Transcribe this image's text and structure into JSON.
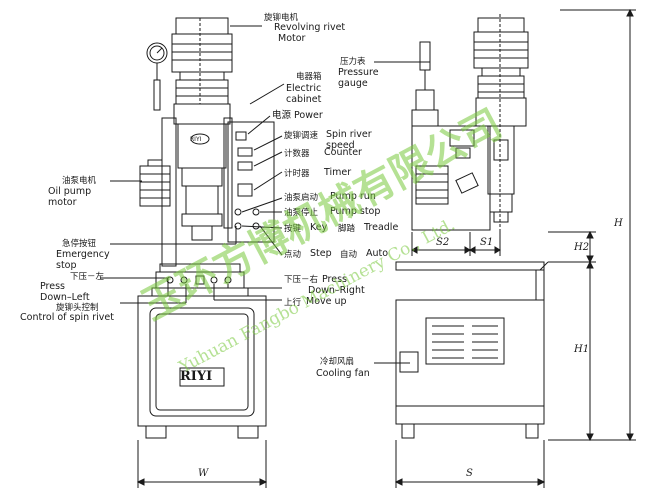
{
  "labels": {
    "motor_cn": "旋铆电机",
    "motor_en1": "Revolving rivet",
    "motor_en2": "Motor",
    "cabinet_cn": "电器箱",
    "cabinet_en1": "Electric",
    "cabinet_en2": "cabinet",
    "power": "电源  Power",
    "speed_cn": "旋铆调速",
    "speed_en1": "Spin river",
    "speed_en2": "speed",
    "counter_cn": "计数器",
    "counter_en": "Counter",
    "timer_cn": "计时器",
    "timer_en": "Timer",
    "pump_run_cn": "油泵启动",
    "pump_run_en": "Pump run",
    "pump_stop_cn": "油泵停止",
    "pump_stop_en": "Pump stop",
    "key_cn": "按键",
    "key_en": "Key",
    "treadle_cn": "脚踏",
    "treadle_en": "Treadle",
    "step_cn": "点动",
    "step_en": "Step",
    "auto_cn": "自动",
    "auto_en": "Auto",
    "oil_cn": "油泵电机",
    "oil_en1": "Oil pump",
    "oil_en2": "motor",
    "estop_cn": "急停按钮",
    "estop_en1": "Emergency",
    "estop_en2": "stop",
    "pdl_cn": "下压－左",
    "pdl_en1": "Press",
    "pdl_en2": "Down–Left",
    "head_cn": "旋铆头控制",
    "head_en": "Control of spin rivet",
    "pdr_cn": "下压－右",
    "pdr_en1": "Press",
    "pdr_en2": "Down–Right",
    "moveup_cn": "上行",
    "moveup_en": "Move up",
    "gauge_cn": "压力表",
    "gauge_en1": "Pressure",
    "gauge_en2": "gauge",
    "fan_cn": "冷却风扇",
    "fan_en": "Cooling fan",
    "brand": "RIYI",
    "badge": "RIYI"
  },
  "dimensions": {
    "W": "W",
    "S": "S",
    "S1": "S1",
    "S2": "S2",
    "H": "H",
    "H1": "H1",
    "H2": "H2"
  },
  "watermark": {
    "cn": "玉环方博机械有限公司",
    "en": "Yuhuan Fangbo Machinery Co., Ltd."
  },
  "colors": {
    "line": "#1a1a1a",
    "watermark": "#7dc93c",
    "background": "#ffffff"
  }
}
